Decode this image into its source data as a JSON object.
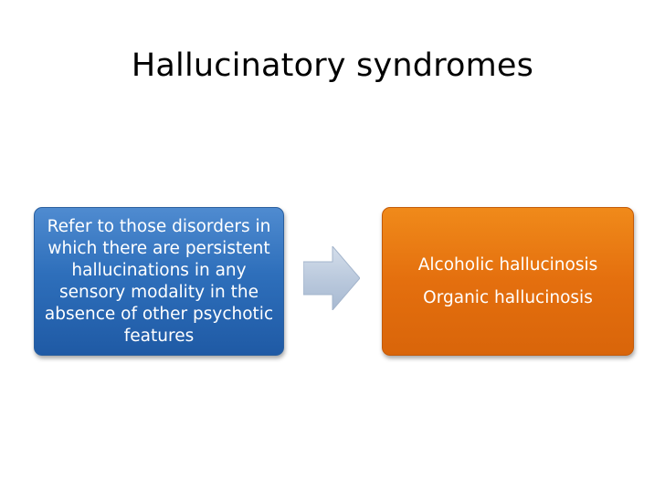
{
  "title": "Hallucinatory syndromes",
  "left_box": {
    "text": "Refer to those disorders in which there are persistent hallucinations in any sensory modality in the absence of other psychotic features"
  },
  "right_box": {
    "items": [
      "Alcoholic hallucinosis",
      "Organic hallucinosis"
    ]
  },
  "colors": {
    "left_box": "#2e6fbb",
    "right_box": "#e46f0e",
    "arrow": "#b8c7dc"
  },
  "icons": {
    "arrow": "right-arrow-icon"
  }
}
